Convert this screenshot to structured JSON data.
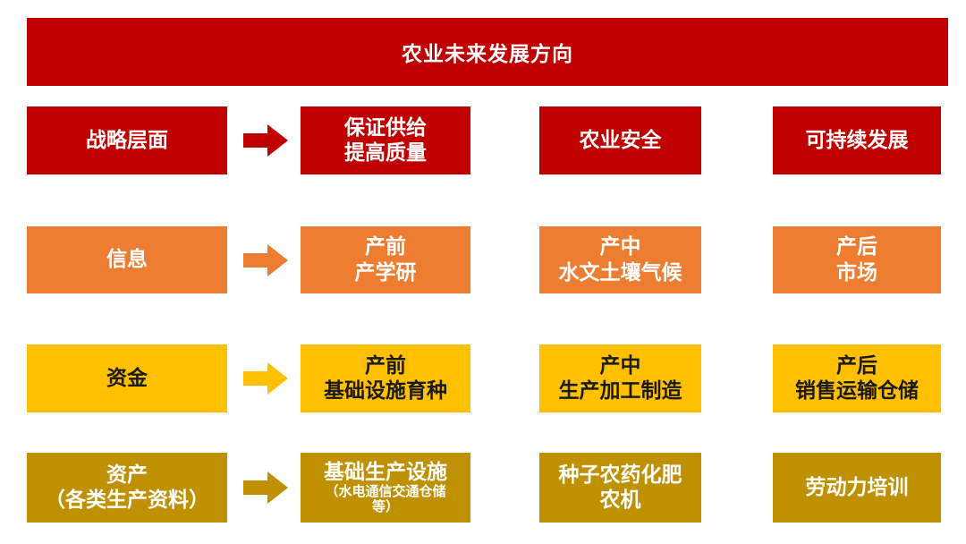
{
  "diagram": {
    "title": "农业未来发展方向",
    "colors": {
      "banner": "#C00000",
      "banner_text": "#FFFFFF",
      "background": "#FFFFFF"
    },
    "arrow_icon": "right-block-arrow",
    "rows": [
      {
        "name": "strategy",
        "color": "#C00000",
        "text_color": "#FFFFFF",
        "source": {
          "lines": [
            "战略层面"
          ]
        },
        "cells": [
          {
            "lines": [
              "保证供给",
              "提高质量"
            ]
          },
          {
            "lines": [
              "农业安全"
            ]
          },
          {
            "lines": [
              "可持续发展"
            ]
          }
        ]
      },
      {
        "name": "information",
        "color": "#ED7D31",
        "text_color": "#FFFFFF",
        "source": {
          "lines": [
            "信息"
          ]
        },
        "cells": [
          {
            "lines": [
              "产前",
              "产学研"
            ]
          },
          {
            "lines": [
              "产中",
              "水文土壤气候"
            ]
          },
          {
            "lines": [
              "产后",
              "市场"
            ]
          }
        ]
      },
      {
        "name": "funding",
        "color": "#FFC000",
        "text_color": "#1A1A1A",
        "source": {
          "lines": [
            "资金"
          ]
        },
        "cells": [
          {
            "lines": [
              "产前",
              "基础设施育种"
            ]
          },
          {
            "lines": [
              "产中",
              "生产加工制造"
            ]
          },
          {
            "lines": [
              "产后",
              "销售运输仓储"
            ]
          }
        ]
      },
      {
        "name": "assets",
        "color": "#BF9000",
        "text_color": "#FFFFFF",
        "source": {
          "lines": [
            "资产",
            "（各类生产资料）"
          ]
        },
        "cells": [
          {
            "lines": [
              "基础生产设施",
              "（水电通信交通仓储",
              "等）"
            ]
          },
          {
            "lines": [
              "种子农药化肥",
              "农机"
            ]
          },
          {
            "lines": [
              "劳动力培训"
            ]
          }
        ]
      }
    ]
  }
}
